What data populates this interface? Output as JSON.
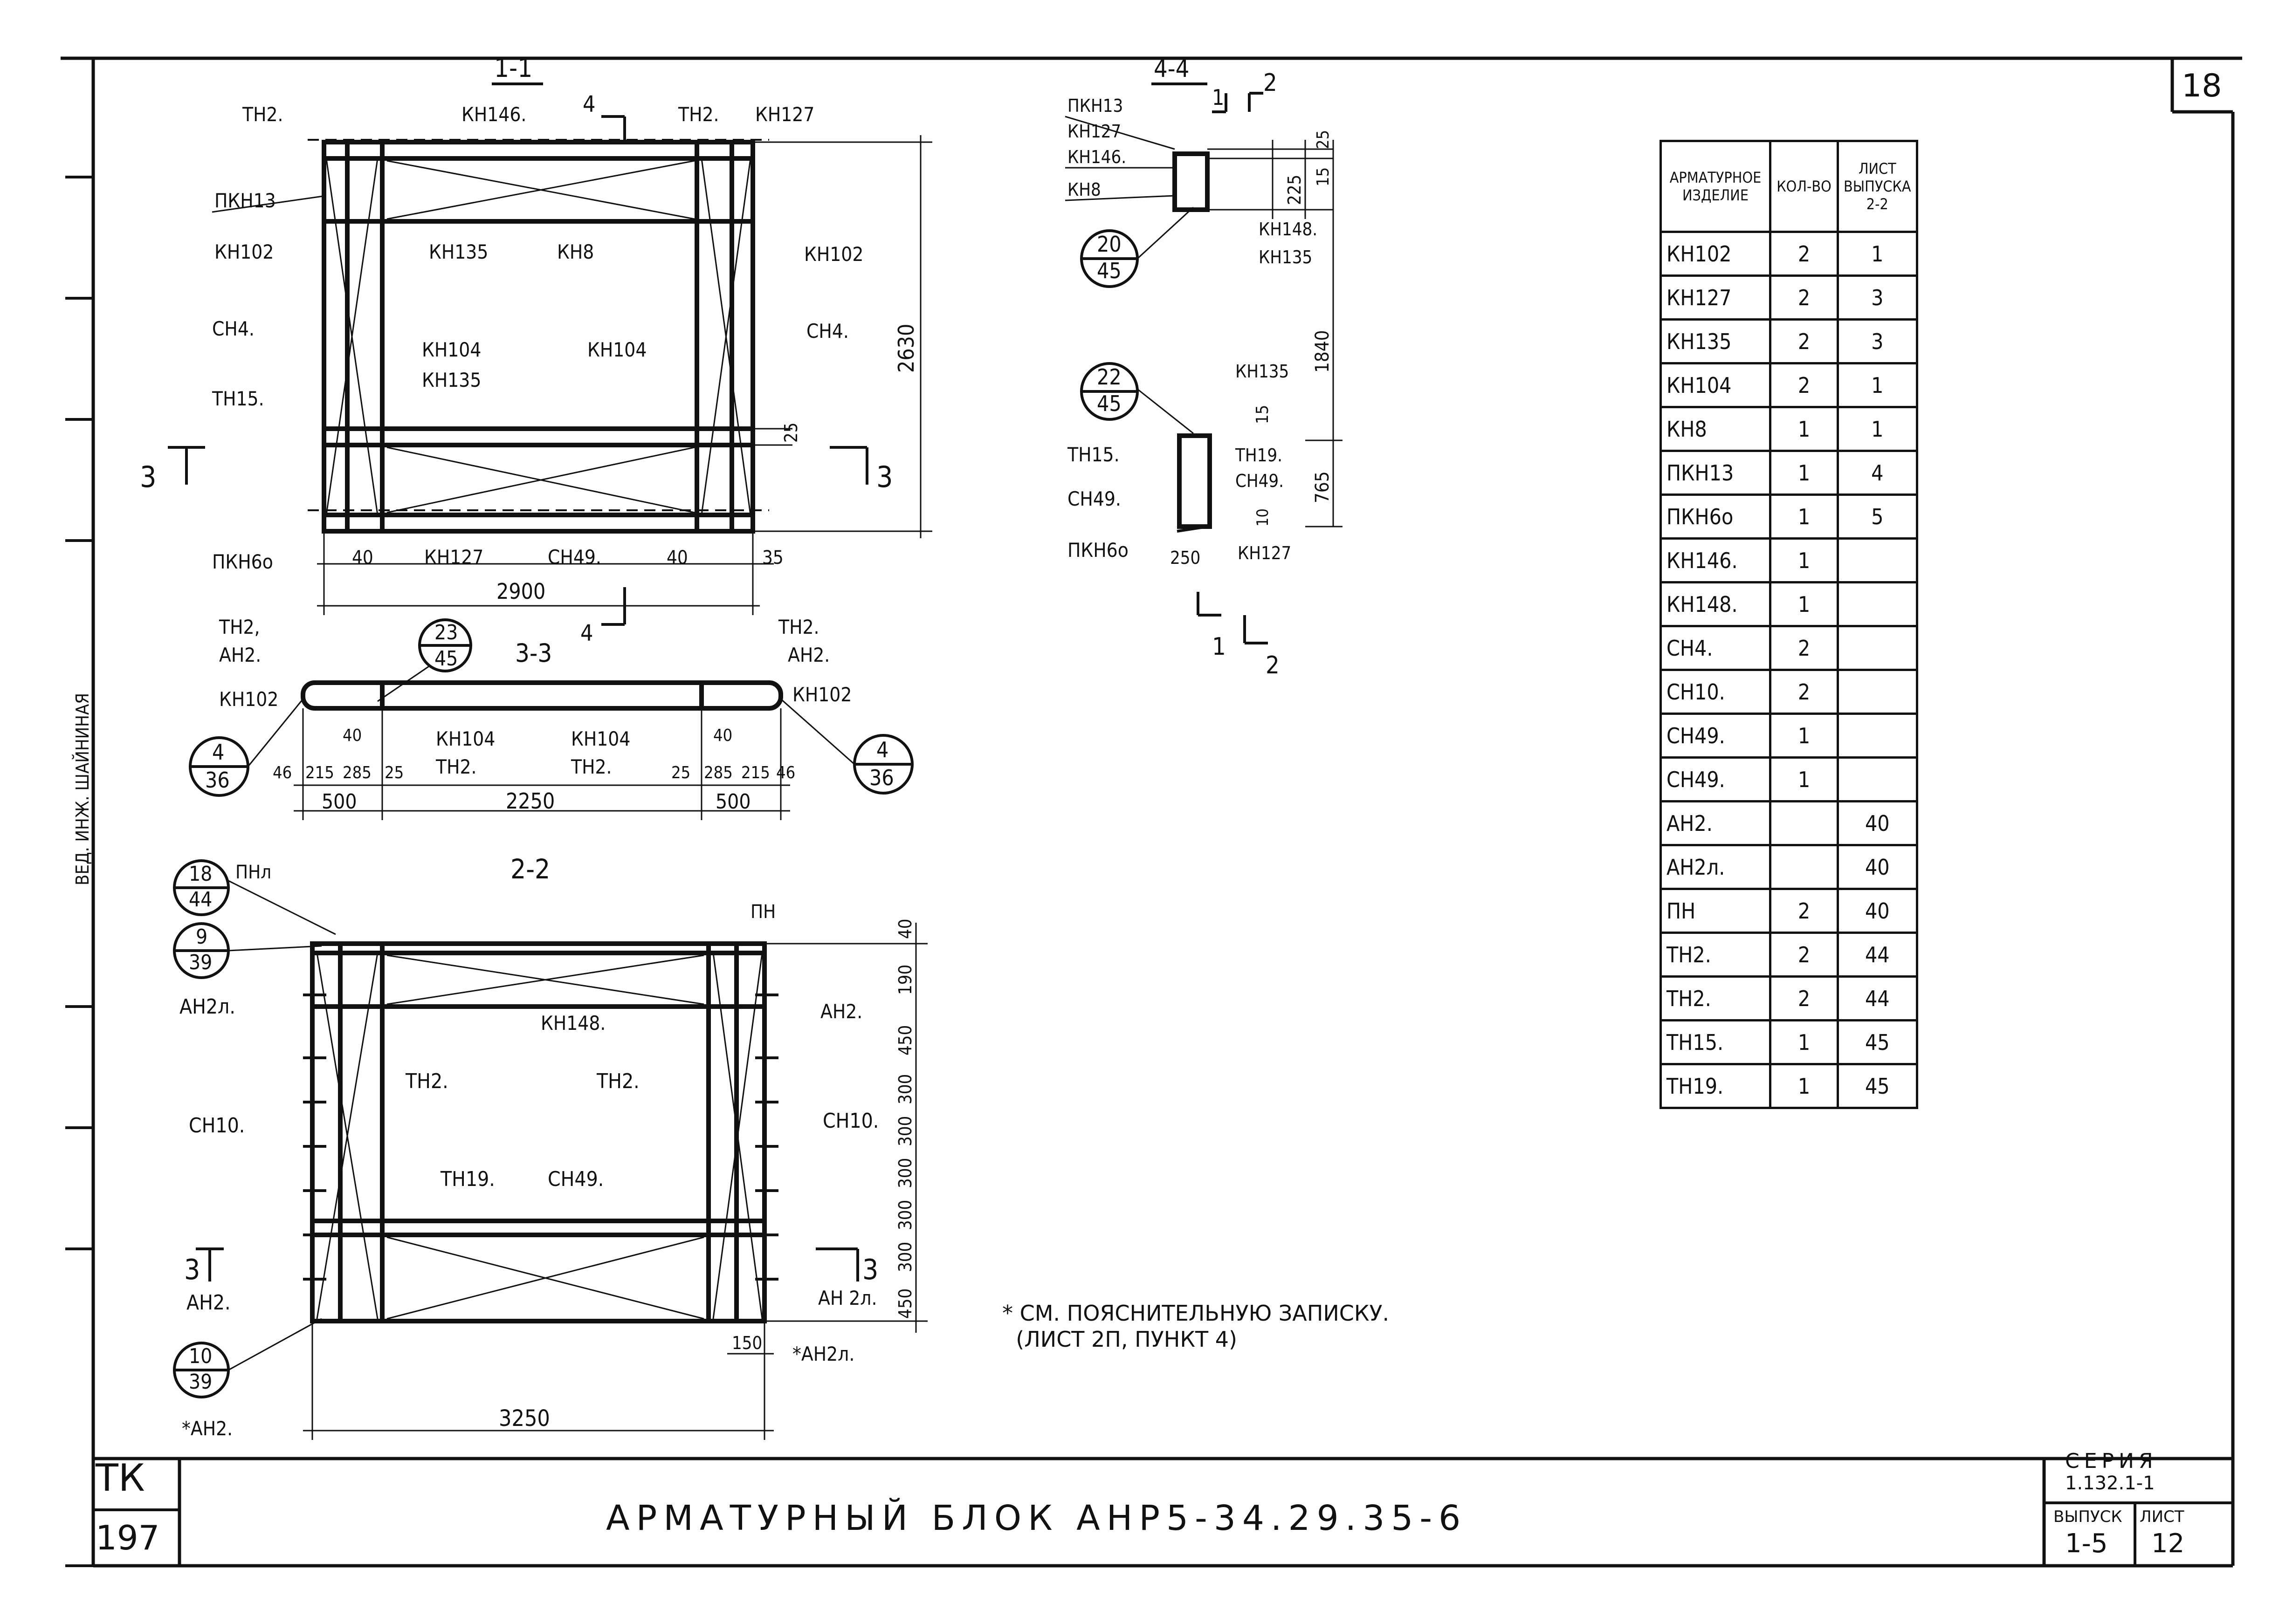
{
  "sheet_number": "18",
  "sections": {
    "s11": {
      "title": "1-1",
      "labels": {
        "tn2_left": "ТН2.",
        "kn146": "КН146.",
        "tn2_right": "ТН2.",
        "kn127_top": "КН127",
        "pkn13": "ПКН13",
        "kn135_a": "КН135",
        "kn8": "КН8",
        "kn102_left": "КН102",
        "kn102_right": "КН102",
        "sn4_left": "СН4.",
        "sn4_right": "СН4.",
        "kn104_left": "КН104",
        "kn104_right": "КН104",
        "kn135_b": "КН135",
        "tn15": "ТН15.",
        "pkn60": "ПКН6о",
        "kn127_bot": "КН127",
        "sn49": "СН49.",
        "cut3_left": "3",
        "cut3_right": "3",
        "cut4_top": "4",
        "cut4_bot": "4"
      },
      "dims": {
        "d40a": "40",
        "d40b": "40",
        "d35": "35",
        "d2900": "2900",
        "d2630": "2630",
        "d25": "25"
      }
    },
    "s33": {
      "title": "3-3",
      "labels": {
        "tn2_l": "ТН2,",
        "an2_l": "АН2.",
        "kn102_l": "КН102",
        "kn104_l": "КН104",
        "tn2_l2": "ТН2.",
        "kn104_r": "КН104",
        "tn2_r2": "ТН2.",
        "tn2_r": "ТН2.",
        "an2_r": "АН2.",
        "kn102_r": "КН102"
      },
      "bubble_23_45": {
        "top": "23",
        "bottom": "45"
      },
      "bubble_4_36_l": {
        "top": "4",
        "bottom": "36"
      },
      "bubble_4_36_r": {
        "top": "4",
        "bottom": "36"
      },
      "dims": {
        "d46l": "46",
        "d215l": "215",
        "d285l": "285",
        "d25l": "25",
        "d40l": "40",
        "d500l": "500",
        "d2250": "2250",
        "d25r": "25",
        "d285r": "285",
        "d215r": "215",
        "d46r": "46",
        "d40r": "40",
        "d500r": "500"
      }
    },
    "s22": {
      "title": "2-2",
      "labels": {
        "pnl": "ПНл",
        "pn": "ПН",
        "an2l_l": "АН2л.",
        "an2_r": "АН2.",
        "kn148": "КН148.",
        "tn2_l": "ТН2.",
        "tn2_r": "ТН2.",
        "sn10_l": "СН10.",
        "sn10_r": "СН10.",
        "tn19": "ТН19.",
        "sn49": "СН49.",
        "an2_l": "АН2.",
        "an2l_r": "АН 2л.",
        "star_an2l": "*АН2л.",
        "star_an2": "*АН2.",
        "cut3_l": "3",
        "cut3_r": "3"
      },
      "bubble_18_44": {
        "top": "18",
        "bottom": "44"
      },
      "bubble_9_39": {
        "top": "9",
        "bottom": "39"
      },
      "bubble_10_39": {
        "top": "10",
        "bottom": "39"
      },
      "dims": {
        "d40": "40",
        "d190": "190",
        "d450a": "450",
        "d300a": "300",
        "d300b": "300",
        "d300c": "300",
        "d300d": "300",
        "d300e": "300",
        "d450b": "450",
        "d150": "150",
        "d3250": "3250"
      }
    },
    "s44": {
      "title": "4-4",
      "labels": {
        "pkn13": "ПКН13",
        "kn127": "КН127",
        "kn146": "КН146.",
        "kn8": "КН8",
        "kn148": "КН148.",
        "kn135a": "КН135",
        "kn135b": "КН135",
        "tn15": "ТН15.",
        "tn19": "ТН19.",
        "sn49a": "СН49.",
        "sn49b": "СН49.",
        "pkn60": "ПКН6о",
        "kn127b": "КН127",
        "cut1": "1",
        "cut2": "2",
        "cut1b": "1",
        "cut2b": "2"
      },
      "bubble_20_45": {
        "top": "20",
        "bottom": "45"
      },
      "bubble_22_45": {
        "top": "22",
        "bottom": "45"
      },
      "dims": {
        "d25": "25",
        "d225": "225",
        "d15a": "15",
        "d1840": "1840",
        "d15b": "15",
        "d765": "765",
        "d10": "10",
        "d250": "250"
      }
    }
  },
  "spec_table": {
    "headers": [
      "АРМАТУРНОЕ ИЗДЕЛИЕ",
      "КОЛ-ВО",
      "ЛИСТ ВЫПУСКА 2-2"
    ],
    "rows": [
      [
        "КН102",
        "2",
        "1"
      ],
      [
        "КН127",
        "2",
        "3"
      ],
      [
        "КН135",
        "2",
        "3"
      ],
      [
        "КН104",
        "2",
        "1"
      ],
      [
        "КН8",
        "1",
        "1"
      ],
      [
        "ПКН13",
        "1",
        "4"
      ],
      [
        "ПКН6о",
        "1",
        "5"
      ],
      [
        "КН146.",
        "1",
        ""
      ],
      [
        "КН148.",
        "1",
        ""
      ],
      [
        "СН4.",
        "2",
        ""
      ],
      [
        "СН10.",
        "2",
        ""
      ],
      [
        "СН49.",
        "1",
        ""
      ],
      [
        "СН49.",
        "1",
        ""
      ],
      [
        "АН2.",
        "",
        "40"
      ],
      [
        "АН2л.",
        "",
        "40"
      ],
      [
        "ПН",
        "2",
        "40"
      ],
      [
        "ТН2.",
        "2",
        "44"
      ],
      [
        "ТН2.",
        "2",
        "44"
      ],
      [
        "ТН15.",
        "1",
        "45"
      ],
      [
        "ТН19.",
        "1",
        "45"
      ]
    ]
  },
  "note": "* СМ. ПОЯСНИТЕЛЬНУЮ ЗАПИСКУ.\n  (ЛИСТ 2П, ПУНКТ 4)",
  "side_stamp": "ВЕД. ИНЖ. ШАЙНИНАЯ",
  "title_block": {
    "code": "ТК",
    "code_number": "197",
    "title": "АРМАТУРНЫЙ БЛОК АНР5-34.29.35-6",
    "series_label": "СЕРИЯ",
    "series_number": "1.132.1-1",
    "issue_label": "ВЫПУСК",
    "issue_value": "1-5",
    "sheet_label": "ЛИСТ",
    "sheet_value": "12"
  }
}
